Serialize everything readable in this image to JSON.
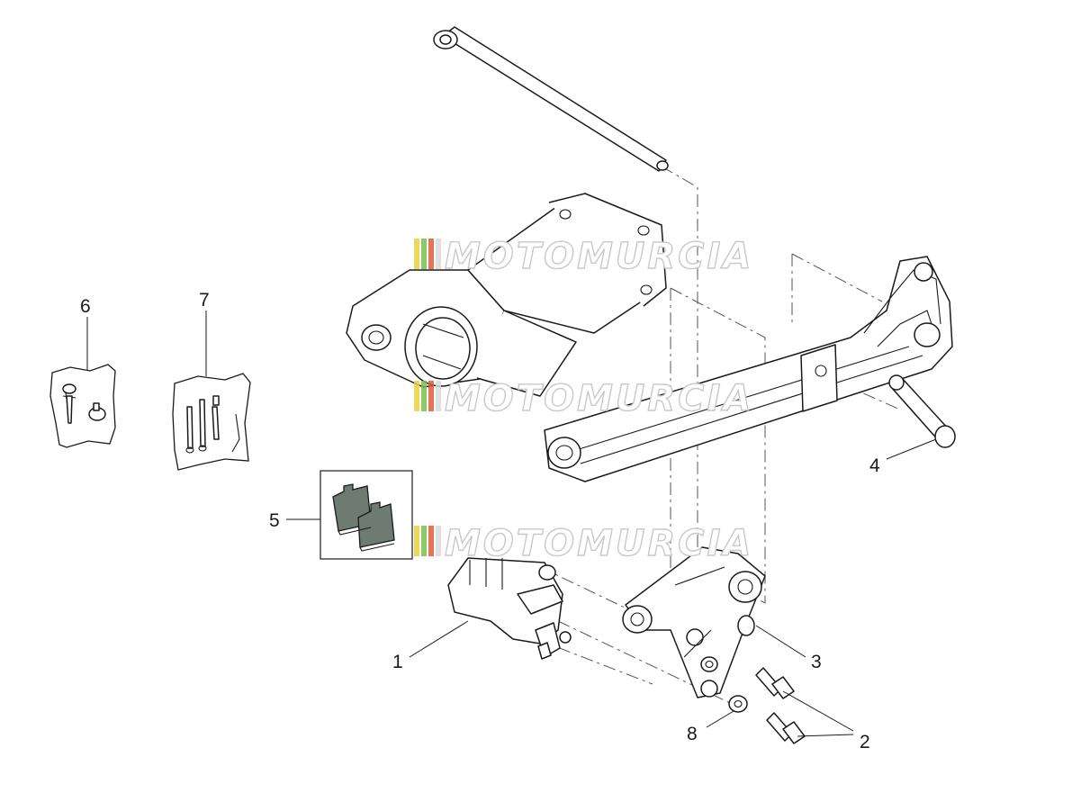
{
  "watermark": {
    "text": "MOTOMURCIA",
    "stripe_colors": [
      "#e8d23c",
      "#7bbf4a",
      "#e05a3a",
      "#d9d9d9"
    ]
  },
  "callouts": [
    {
      "id": "callout-1",
      "number": "1"
    },
    {
      "id": "callout-2",
      "number": "2"
    },
    {
      "id": "callout-3",
      "number": "3"
    },
    {
      "id": "callout-4",
      "number": "4"
    },
    {
      "id": "callout-5",
      "number": "5"
    },
    {
      "id": "callout-6",
      "number": "6"
    },
    {
      "id": "callout-7",
      "number": "7"
    },
    {
      "id": "callout-8",
      "number": "8"
    }
  ],
  "colors": {
    "line": "#1a1a1a",
    "brake_pad": "#6e7b72",
    "background": "#ffffff"
  }
}
